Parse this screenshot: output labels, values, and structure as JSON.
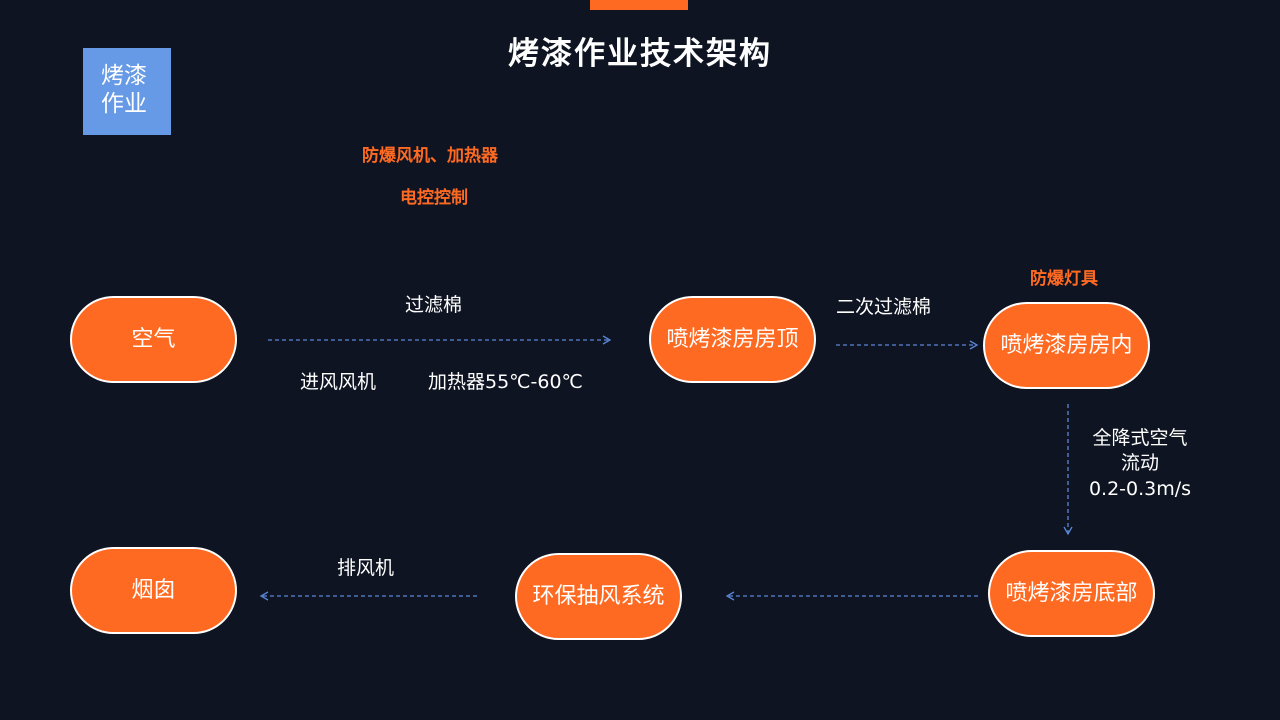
{
  "header": {
    "title": "烤漆作业技术架构"
  },
  "tag": {
    "line1": "烤漆",
    "line2": "作业"
  },
  "notes": {
    "fan_heater": "防爆风机、加热器",
    "electric_control": "电控控制",
    "lamp": "防爆灯具"
  },
  "nodes": {
    "air": "空气",
    "booth_top": "喷烤漆房房顶",
    "booth_inside": "喷烤漆房房内",
    "booth_bottom": "喷烤漆房底部",
    "eco_exhaust": "环保抽风系统",
    "chimney": "烟囱"
  },
  "edges": {
    "filter_cotton": "过滤棉",
    "intake_fan": "进风风机",
    "heater_temp": "加热器55℃-60℃",
    "secondary_filter": "二次过滤棉",
    "downflow_line1": "全降式空气",
    "downflow_line2": "流动",
    "downflow_speed": "0.2-0.3m/s",
    "exhaust_fan": "排风机"
  },
  "colors": {
    "background": "#0e1421",
    "accent": "#ff6a22",
    "tag": "#6699e6",
    "arrow": "#5b86d6",
    "text": "#ffffff"
  }
}
